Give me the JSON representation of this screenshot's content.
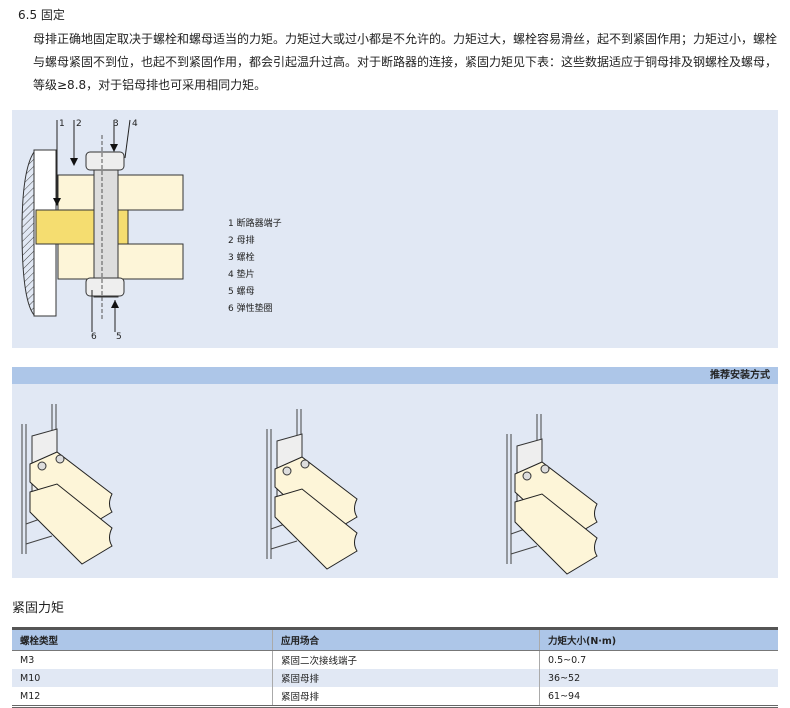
{
  "section": {
    "title": "6.5 固定",
    "intro": "母排正确地固定取决于螺栓和螺母适当的力矩。力矩过大或过小都是不允许的。力矩过大，螺栓容易滑丝，起不到紧固作用；力矩过小，螺栓与螺母紧固不到位，也起不到紧固作用，都会引起温升过高。对于断路器的连接，紧固力矩见下表：这些数据适应于铜母排及钢螺栓及螺母，等级≥8.8，对于铝母排也可采用相同力矩。"
  },
  "diagram": {
    "callouts": [
      "1",
      "2",
      "3",
      "4",
      "5",
      "6"
    ],
    "legend": [
      "1 断路器端子",
      "2 母排",
      "3 螺栓",
      "4 垫片",
      "5 螺母",
      "6 弹性垫圈"
    ]
  },
  "install": {
    "header": "推荐安装方式"
  },
  "table": {
    "title": "紧固力矩",
    "headers": [
      "螺栓类型",
      "应用场合",
      "力矩大小(N·m)"
    ],
    "rows": [
      [
        "M3",
        "紧固二次接线端子",
        "0.5~0.7"
      ],
      [
        "M10",
        "紧固母排",
        "36~52"
      ],
      [
        "M12",
        "紧固母排",
        "61~94"
      ]
    ]
  },
  "colors": {
    "panel": "#e1e8f4",
    "header": "#adc6e8",
    "busbar": "#fdf5d8",
    "terminal": "#f5dd70"
  }
}
